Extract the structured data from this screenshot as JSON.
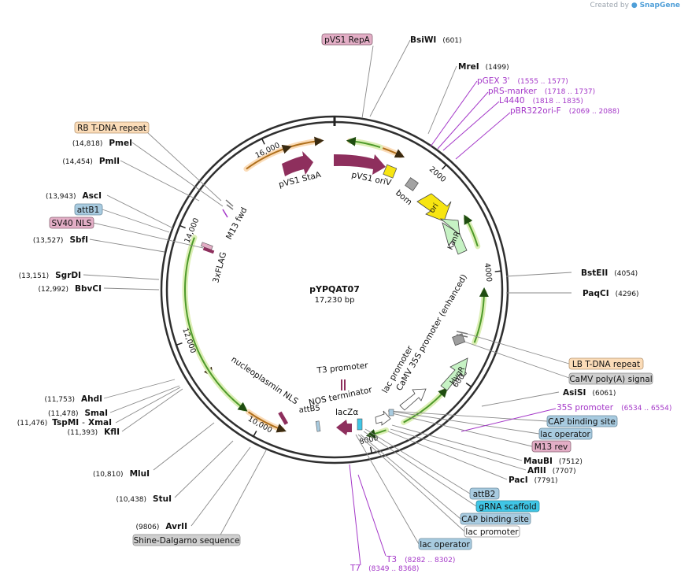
{
  "credit": {
    "prefix": "Created by",
    "brand": "SnapGene"
  },
  "plasmid": {
    "name": "pYPQAT07",
    "size_label": "17,230 bp",
    "total_bp": 17230
  },
  "ticks": [
    {
      "bp": 2000,
      "label": "2000"
    },
    {
      "bp": 4000,
      "label": "4000"
    },
    {
      "bp": 6000,
      "label": "6000"
    },
    {
      "bp": 8000,
      "label": "8000"
    },
    {
      "bp": 10000,
      "label": "10,000"
    },
    {
      "bp": 12000,
      "label": "12,000"
    },
    {
      "bp": 14000,
      "label": "14,000"
    },
    {
      "bp": 16000,
      "label": "16,000"
    }
  ],
  "outer_arcs": [
    {
      "start": 16400,
      "end": 16950,
      "kind": "orange",
      "dir": "cw"
    },
    {
      "start": 280,
      "end": 1250,
      "kind": "orange",
      "dir": "cw"
    },
    {
      "start": 15500,
      "end": 16350,
      "kind": "orange",
      "dir": "cw"
    },
    {
      "start": 11300,
      "end": 12600,
      "kind": "orange",
      "dir": "ccw"
    },
    {
      "start": 9600,
      "end": 10300,
      "kind": "orange",
      "dir": "ccw"
    },
    {
      "start": 300,
      "end": 850,
      "kind": "green",
      "dir": "ccw"
    },
    {
      "start": 2950,
      "end": 3500,
      "kind": "green",
      "dir": "ccw"
    },
    {
      "start": 4350,
      "end": 5300,
      "kind": "green",
      "dir": "ccw"
    },
    {
      "start": 6350,
      "end": 7300,
      "kind": "green",
      "dir": "ccw"
    },
    {
      "start": 10400,
      "end": 13900,
      "kind": "green",
      "dir": "ccw"
    },
    {
      "start": 7650,
      "end": 7950,
      "kind": "green",
      "dir": "cw"
    }
  ],
  "sites_outer": [
    {
      "name": "BsiWI",
      "pos": "(601)"
    },
    {
      "name": "MreI",
      "pos": "(1499)"
    },
    {
      "name": "BstEII",
      "pos": "(4054)"
    },
    {
      "name": "PaqCI",
      "pos": "(4296)"
    },
    {
      "name": "AsiSI",
      "pos": "(6061)"
    },
    {
      "name": "MauBI",
      "pos": "(7512)"
    },
    {
      "name": "AflII",
      "pos": "(7707)"
    },
    {
      "name": "PacI",
      "pos": "(7791)"
    },
    {
      "name": "PmeI",
      "pos": "(14,818)"
    },
    {
      "name": "PmlI",
      "pos": "(14,454)"
    },
    {
      "name": "AscI",
      "pos": "(13,943)"
    },
    {
      "name": "SbfI",
      "pos": "(13,527)"
    },
    {
      "name": "SgrDI",
      "pos": "(13,151)"
    },
    {
      "name": "BbvCI",
      "pos": "(12,992)"
    },
    {
      "name": "AhdI",
      "pos": "(11,753)"
    },
    {
      "name": "SmaI",
      "pos": "(11,478)"
    },
    {
      "name": "TspMI",
      "pos": "(11,476)"
    },
    {
      "name": "XmaI",
      "pos": ""
    },
    {
      "name": "KflI",
      "pos": "(11,393)"
    },
    {
      "name": "MluI",
      "pos": "(10,810)"
    },
    {
      "name": "StuI",
      "pos": "(10,438)"
    },
    {
      "name": "AvrII",
      "pos": "(9806)"
    }
  ],
  "primers": [
    {
      "name": "pGEX 3'",
      "pos": "(1555 .. 1577)"
    },
    {
      "name": "pRS-marker",
      "pos": "(1718 .. 1737)"
    },
    {
      "name": "L4440",
      "pos": "(1818 .. 1835)"
    },
    {
      "name": "pBR322ori-F",
      "pos": "(2069 .. 2088)"
    },
    {
      "name": "35S promoter",
      "pos": "(6534 .. 6554)"
    },
    {
      "name": "T3",
      "pos": "(8282 .. 8302)"
    },
    {
      "name": "T7",
      "pos": "(8349 .. 8368)"
    }
  ],
  "boxed_labels": [
    {
      "text": "pVS1 RepA",
      "kind": "pink"
    },
    {
      "text": "RB T-DNA repeat",
      "kind": "peach"
    },
    {
      "text": "attB1",
      "kind": "blue"
    },
    {
      "text": "SV40 NLS",
      "kind": "pink"
    },
    {
      "text": "LB T-DNA repeat",
      "kind": "peach"
    },
    {
      "text": "CaMV poly(A) signal",
      "kind": "gray"
    },
    {
      "text": "CAP binding site",
      "kind": "blue"
    },
    {
      "text": "lac operator",
      "kind": "blue"
    },
    {
      "text": "M13 rev",
      "kind": "pink"
    },
    {
      "text": "attB2",
      "kind": "blue"
    },
    {
      "text": "gRNA scaffold",
      "kind": "cyan"
    },
    {
      "text": "CAP binding site",
      "kind": "blue"
    },
    {
      "text": "lac promoter",
      "kind": "white"
    },
    {
      "text": "lac operator",
      "kind": "blue"
    },
    {
      "text": "Shine-Dalgarno sequence",
      "kind": "gray"
    }
  ],
  "inner_labels": [
    {
      "text": "pVS1 StaA"
    },
    {
      "text": "pVS1 oriV"
    },
    {
      "text": "bom"
    },
    {
      "text": "ori"
    },
    {
      "text": "KanR"
    },
    {
      "text": "M13 fwd"
    },
    {
      "text": "3xFLAG"
    },
    {
      "text": "HygR"
    },
    {
      "text": "CaMV 35S promoter (enhanced)"
    },
    {
      "text": "lac promoter"
    },
    {
      "text": "T3 promoter"
    },
    {
      "text": "NOS terminator"
    },
    {
      "text": "lacZα"
    },
    {
      "text": "attB5"
    },
    {
      "text": "nucleoplasmin NLS"
    }
  ],
  "colors": {
    "backbone": "#2f2f2f",
    "orange": "#f2a33a",
    "green": "#4e9a2a",
    "green_glow": "#dcefb6",
    "maroon": "#8e2f5d",
    "primer": "#a437c8",
    "site": "#1a1a1a",
    "pink": "#e3aec6",
    "peach": "#fbdcb8",
    "blue": "#a8cbe0",
    "gray": "#cfcfcf",
    "cyan": "#40c6e6",
    "yellow": "#f7e511",
    "mint": "#c6f2c4"
  }
}
